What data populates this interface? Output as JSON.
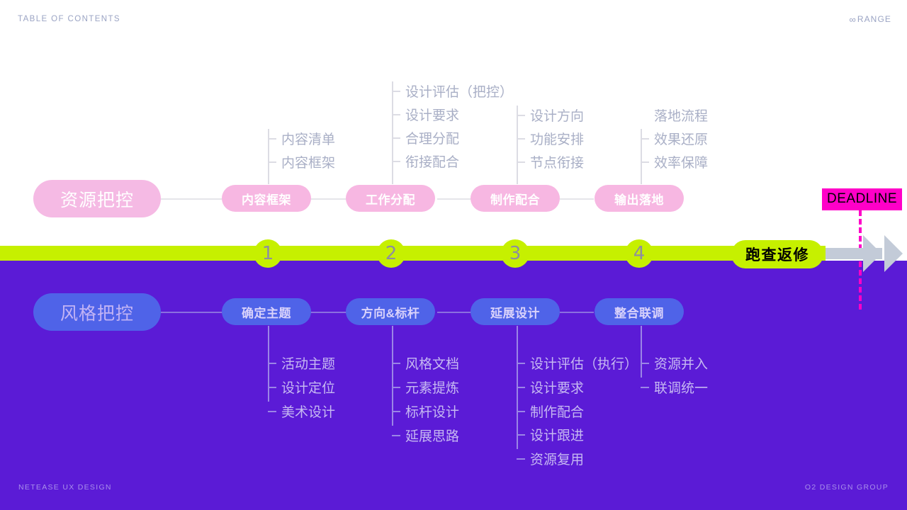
{
  "header": {
    "left_title": "TABLE OF CONTENTS",
    "logo_mark": "∞",
    "logo_text": "RANGE"
  },
  "footer": {
    "left": "NETEASE UX DESIGN",
    "right": "O2 DESIGN GROUP"
  },
  "colors": {
    "lime": "#C6F000",
    "purple": "#5B1BD6",
    "pink": "#F7B7E2",
    "blue": "#4F63E8",
    "magenta": "#FF00C8",
    "gray_arrow": "#C3CBD8"
  },
  "timeline": {
    "nodes": [
      {
        "number": "1"
      },
      {
        "number": "2"
      },
      {
        "number": "3"
      },
      {
        "number": "4"
      }
    ],
    "review_badge": "跑查返修",
    "deadline_badge": "DEADLINE"
  },
  "top_track": {
    "lead_pill": "资源把控",
    "stages": [
      {
        "pill": "内容框架",
        "items": [
          "内容清单",
          "内容框架"
        ]
      },
      {
        "pill": "工作分配",
        "items": [
          "设计评估（把控）",
          "设计要求",
          "合理分配",
          "衔接配合"
        ]
      },
      {
        "pill": "制作配合",
        "items": [
          "设计方向",
          "功能安排",
          "节点衔接"
        ]
      },
      {
        "pill": "输出落地",
        "items": [
          "落地流程",
          "效果还原",
          "效率保障"
        ]
      }
    ]
  },
  "bottom_track": {
    "lead_pill": "风格把控",
    "stages": [
      {
        "pill": "确定主题",
        "items": [
          "活动主题",
          "设计定位",
          "美术设计"
        ]
      },
      {
        "pill": "方向&标杆",
        "items": [
          "风格文档",
          "元素提炼",
          "标杆设计",
          "延展思路"
        ]
      },
      {
        "pill": "延展设计",
        "items": [
          "设计评估（执行）",
          "设计要求",
          "制作配合",
          "设计跟进",
          "资源复用"
        ]
      },
      {
        "pill": "整合联调",
        "items": [
          "资源并入",
          "联调统一"
        ]
      }
    ]
  }
}
